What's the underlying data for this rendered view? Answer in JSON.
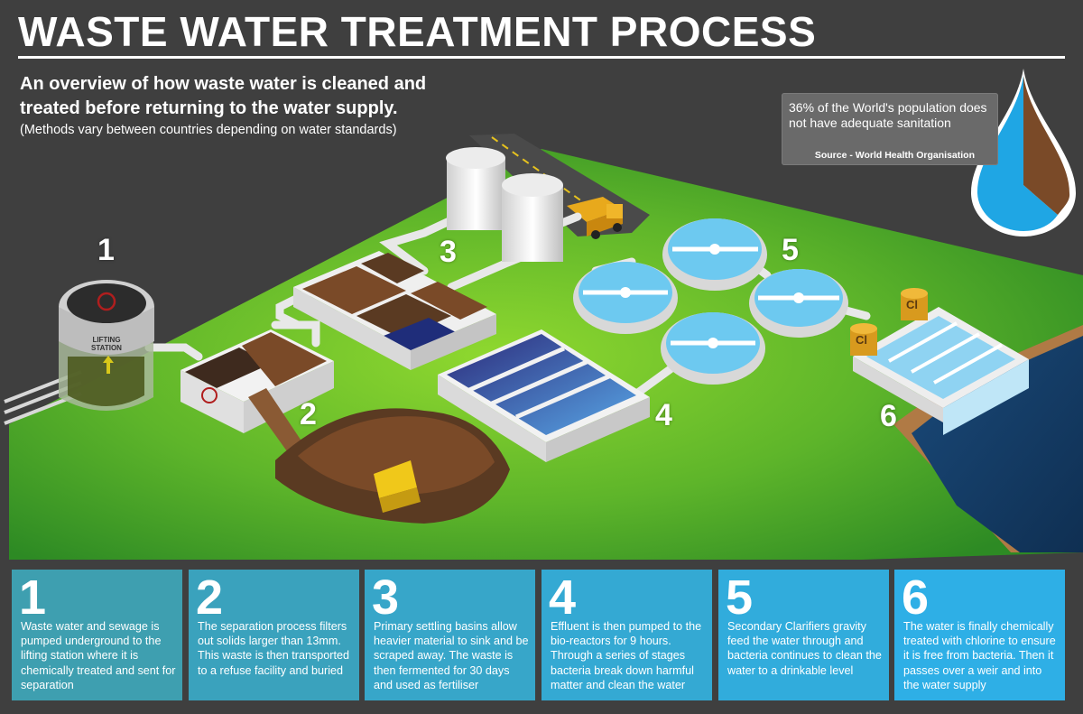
{
  "header": {
    "title": "WASTE WATER TREATMENT PROCESS",
    "subtitle": "An overview of how waste water is cleaned and treated before returning to the water supply.",
    "note": "(Methods vary between countries depending on water standards)"
  },
  "stat": {
    "text": "36% of the World's population does not have adequate sanitation",
    "source": "Source - World Health Organisation",
    "fraction_without_sanitation": 0.36
  },
  "stages": [
    {
      "number": "1",
      "text": "Waste water and sewage is pumped underground to the lifting station where it is chemically treated and sent for separation"
    },
    {
      "number": "2",
      "text": "The separation process filters out solids larger than 13mm. This waste is then transported to a refuse facility and buried"
    },
    {
      "number": "3",
      "text": "Primary settling basins allow heavier material to sink and be scraped away. The waste is then fermented for 30 days and used as fertiliser"
    },
    {
      "number": "4",
      "text": "Effluent is then pumped to the bio-reactors for 9 hours. Through a series of stages bacteria break down harmful matter and clean the water"
    },
    {
      "number": "5",
      "text": "Secondary Clarifiers gravity feed the water through and bacteria continues to clean the water to a drinkable level"
    },
    {
      "number": "6",
      "text": "The water is finally chemically treated with chlorine to ensure it is free from bacteria. Then it passes over a weir and into the water supply"
    }
  ],
  "labels": {
    "lifting_station": "LIFTING STATION",
    "chlorine_a": "Cl",
    "chlorine_b": "Cl"
  },
  "colors": {
    "background": "#3f3f3f",
    "grass_light": "#7bc92a",
    "grass_dark": "#2f8a22",
    "water": "#2aa8e0",
    "earth": "#7a4a28",
    "panels": [
      "#3e9fb0",
      "#3aa2bd",
      "#37a6c9",
      "#34a9d3",
      "#31acdc",
      "#2eafe6"
    ]
  }
}
